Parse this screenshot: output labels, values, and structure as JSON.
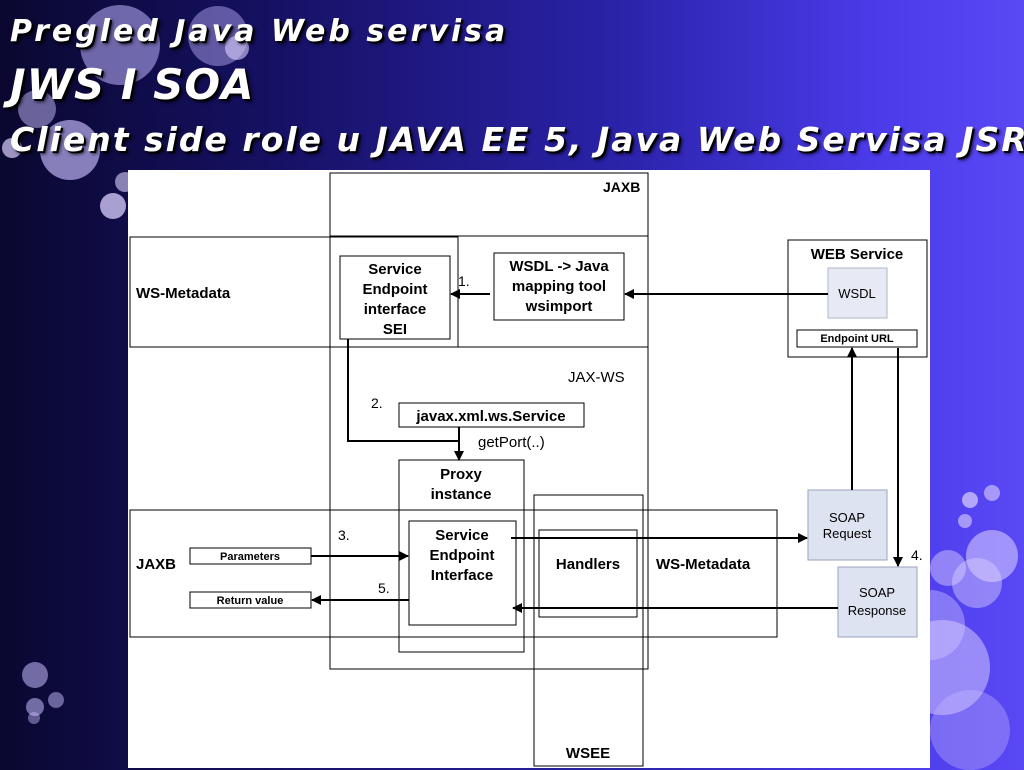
{
  "slide": {
    "title_line1": "Pregled Java Web servisa",
    "title_line2": "JWS I SOA",
    "title_line3": "Client side role u JAVA EE 5, Java Web Servisa JSR"
  },
  "diagram": {
    "jaxb_top": "JAXB",
    "ws_metadata_left": "WS-Metadata",
    "sei_box": [
      "Service",
      "Endpoint",
      "interface",
      "SEI"
    ],
    "wsimport_box": [
      "WSDL -> Java",
      "mapping tool",
      "wsimport"
    ],
    "web_service_title": "WEB Service",
    "wsdl": "WSDL",
    "endpoint_url": "Endpoint URL",
    "jax_ws": "JAX-WS",
    "javax_service": "javax.xml.ws.Service",
    "get_port": "getPort(..)",
    "proxy": [
      "Proxy",
      "instance"
    ],
    "sei_inner": [
      "Service",
      "Endpoint",
      "Interface"
    ],
    "handlers": "Handlers",
    "ws_metadata_right": "WS-Metadata",
    "jaxb_left": "JAXB",
    "parameters": "Parameters",
    "return_value": "Return value",
    "soap_request": [
      "SOAP",
      "Request"
    ],
    "soap_response": [
      "SOAP",
      "Response"
    ],
    "wsee": "WSEE",
    "step1": "1.",
    "step2": "2.",
    "step3": "3.",
    "step4": "4.",
    "step5": "5."
  }
}
